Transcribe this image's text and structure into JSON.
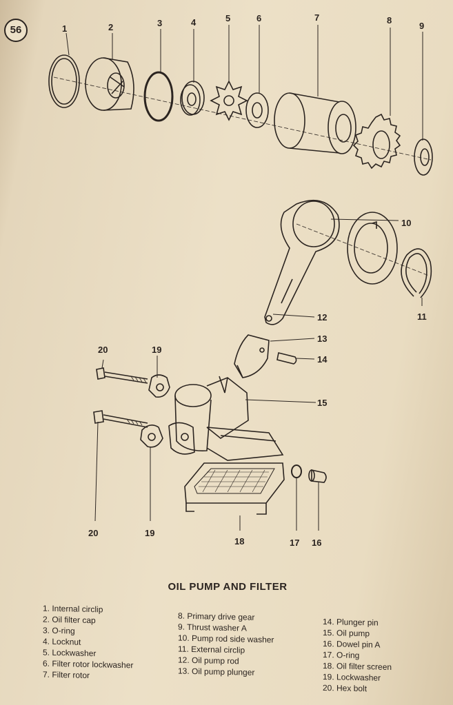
{
  "figure_number": "56",
  "title": "OIL PUMP AND FILTER",
  "callouts": {
    "c1": "1",
    "c2": "2",
    "c3": "3",
    "c4": "4",
    "c5": "5",
    "c6": "6",
    "c7": "7",
    "c8": "8",
    "c9": "9",
    "c10": "10",
    "c11": "11",
    "c12": "12",
    "c13": "13",
    "c14": "14",
    "c15": "15",
    "c16": "16",
    "c17": "17",
    "c18": "18",
    "c19a": "19",
    "c19b": "19",
    "c20a": "20",
    "c20b": "20"
  },
  "legend": {
    "col1": [
      "1. Internal circlip",
      "2. Oil filter cap",
      "3. O-ring",
      "4. Locknut",
      "5. Lockwasher",
      "6. Filter rotor lockwasher",
      "7. Filter rotor"
    ],
    "col2": [
      "8. Primary drive gear",
      "9. Thrust washer A",
      "10. Pump rod side washer",
      "11. External circlip",
      "12. Oil pump rod",
      "13. Oil pump plunger"
    ],
    "col3": [
      "14. Plunger pin",
      "15. Oil pump",
      "16. Dowel pin A",
      "17. O-ring",
      "18. Oil filter screen",
      "19. Lockwasher",
      "20. Hex bolt"
    ]
  }
}
